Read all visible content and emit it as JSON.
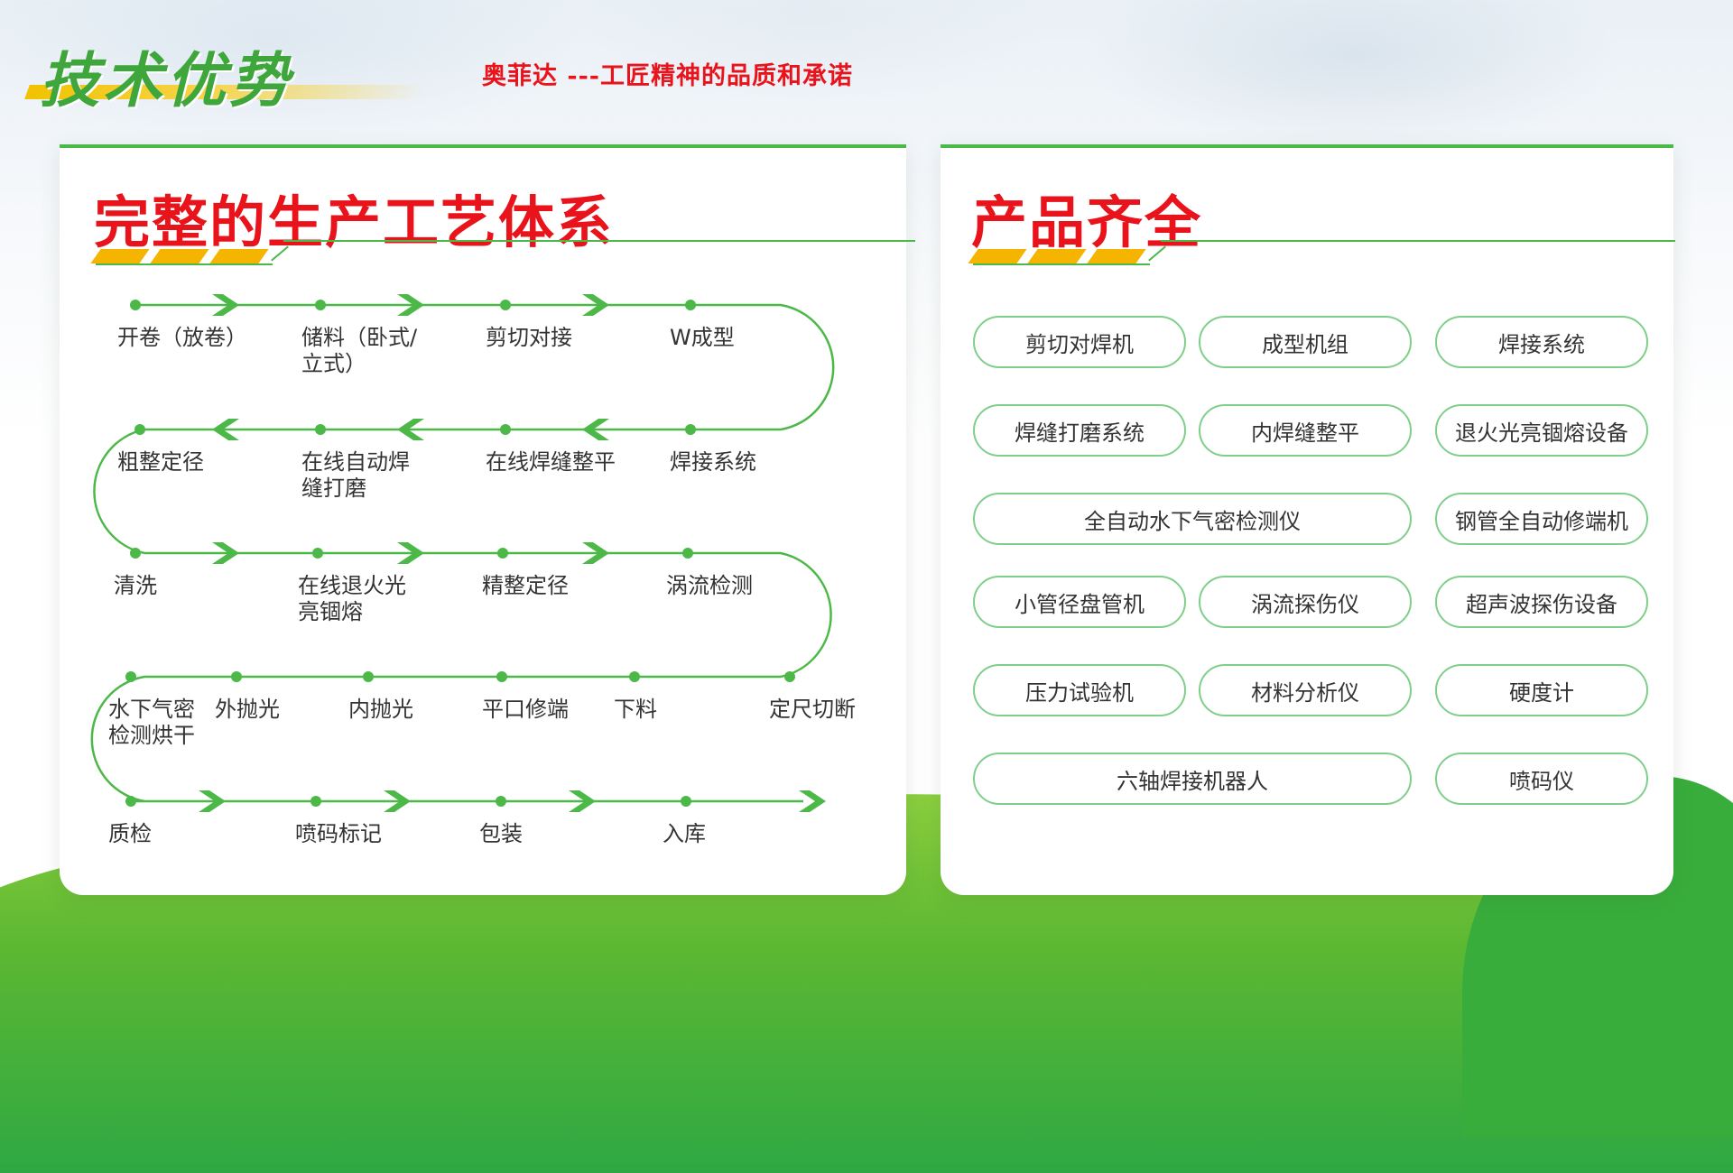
{
  "header": {
    "title": "技术优势",
    "slogan": "奥菲达 ---工匠精神的品质和承诺"
  },
  "left_panel": {
    "title": "完整的生产工艺体系",
    "steps": [
      "开卷（放卷）",
      "储料（卧式/立式）",
      "剪切对接",
      "W成型",
      "粗整定径",
      "在线自动焊缝打磨",
      "在线焊缝整平",
      "焊接系统",
      "清洗",
      "在线退火光亮锢熔",
      "精整定径",
      "涡流检测",
      "水下气密检测烘干",
      "外抛光",
      "内抛光",
      "平口修端",
      "下料",
      "定尺切断",
      "质检",
      "喷码标记",
      "包装",
      "入库"
    ]
  },
  "right_panel": {
    "title": "产品齐全",
    "products": [
      "剪切对焊机",
      "成型机组",
      "焊接系统",
      "焊缝打磨系统",
      "内焊缝整平",
      "退火光亮锢熔设备",
      "全自动水下气密检测仪",
      "钢管全自动修端机",
      "小管径盘管机",
      "涡流探伤仪",
      "超声波探伤设备",
      "压力试验机",
      "材料分析仪",
      "硬度计",
      "六轴焊接机器人",
      "喷码仪"
    ]
  },
  "colors": {
    "accent_green": "#4cb848",
    "title_red": "#e8131b",
    "stripe_yellow": "#f5b400",
    "pill_border": "#7fcf8a"
  }
}
